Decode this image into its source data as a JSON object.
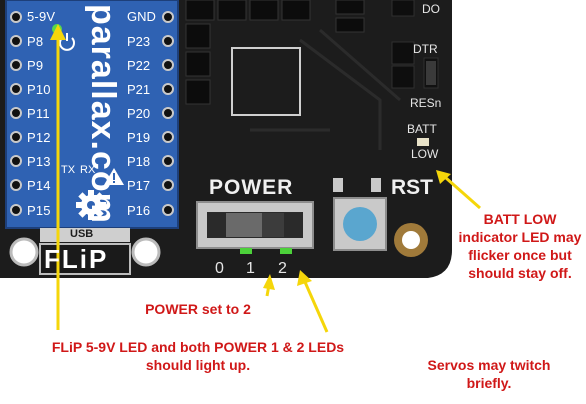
{
  "flip_board": {
    "brand": "parallax.com",
    "left_pins": [
      "5-9V",
      "P8",
      "P9",
      "P10",
      "P11",
      "P12",
      "P13",
      "P14",
      "P15"
    ],
    "right_pins": [
      "GND",
      "P23",
      "P22",
      "P21",
      "P20",
      "P19",
      "P18",
      "P17",
      "P16"
    ],
    "usb_label": "USB",
    "logo_text": "FLiP",
    "tx_label": "TX",
    "rx_label": "RX"
  },
  "board": {
    "power_label": "POWER",
    "rst_label": "RST",
    "switch_positions": [
      "0",
      "1",
      "2"
    ],
    "do_label": "DO",
    "dtr_label": "DTR",
    "resn_label": "RESn",
    "batt_label": "BATT",
    "low_label": "LOW"
  },
  "annotations": {
    "batt_low": "BATT LOW indicator LED may flicker once but should stay off.",
    "power_set": "POWER set to 2",
    "flip_led": "FLiP 5-9V LED and both POWER 1 & 2 LEDs should light up.",
    "servos": "Servos may twitch briefly."
  },
  "colors": {
    "annotation_text": "#d01818",
    "arrow": "#f5d60a",
    "board": "#1d1d1d",
    "flip_pcb": "#2a5aa8",
    "led_green": "#4cd13a",
    "rst_button": "#5aa6cf"
  }
}
